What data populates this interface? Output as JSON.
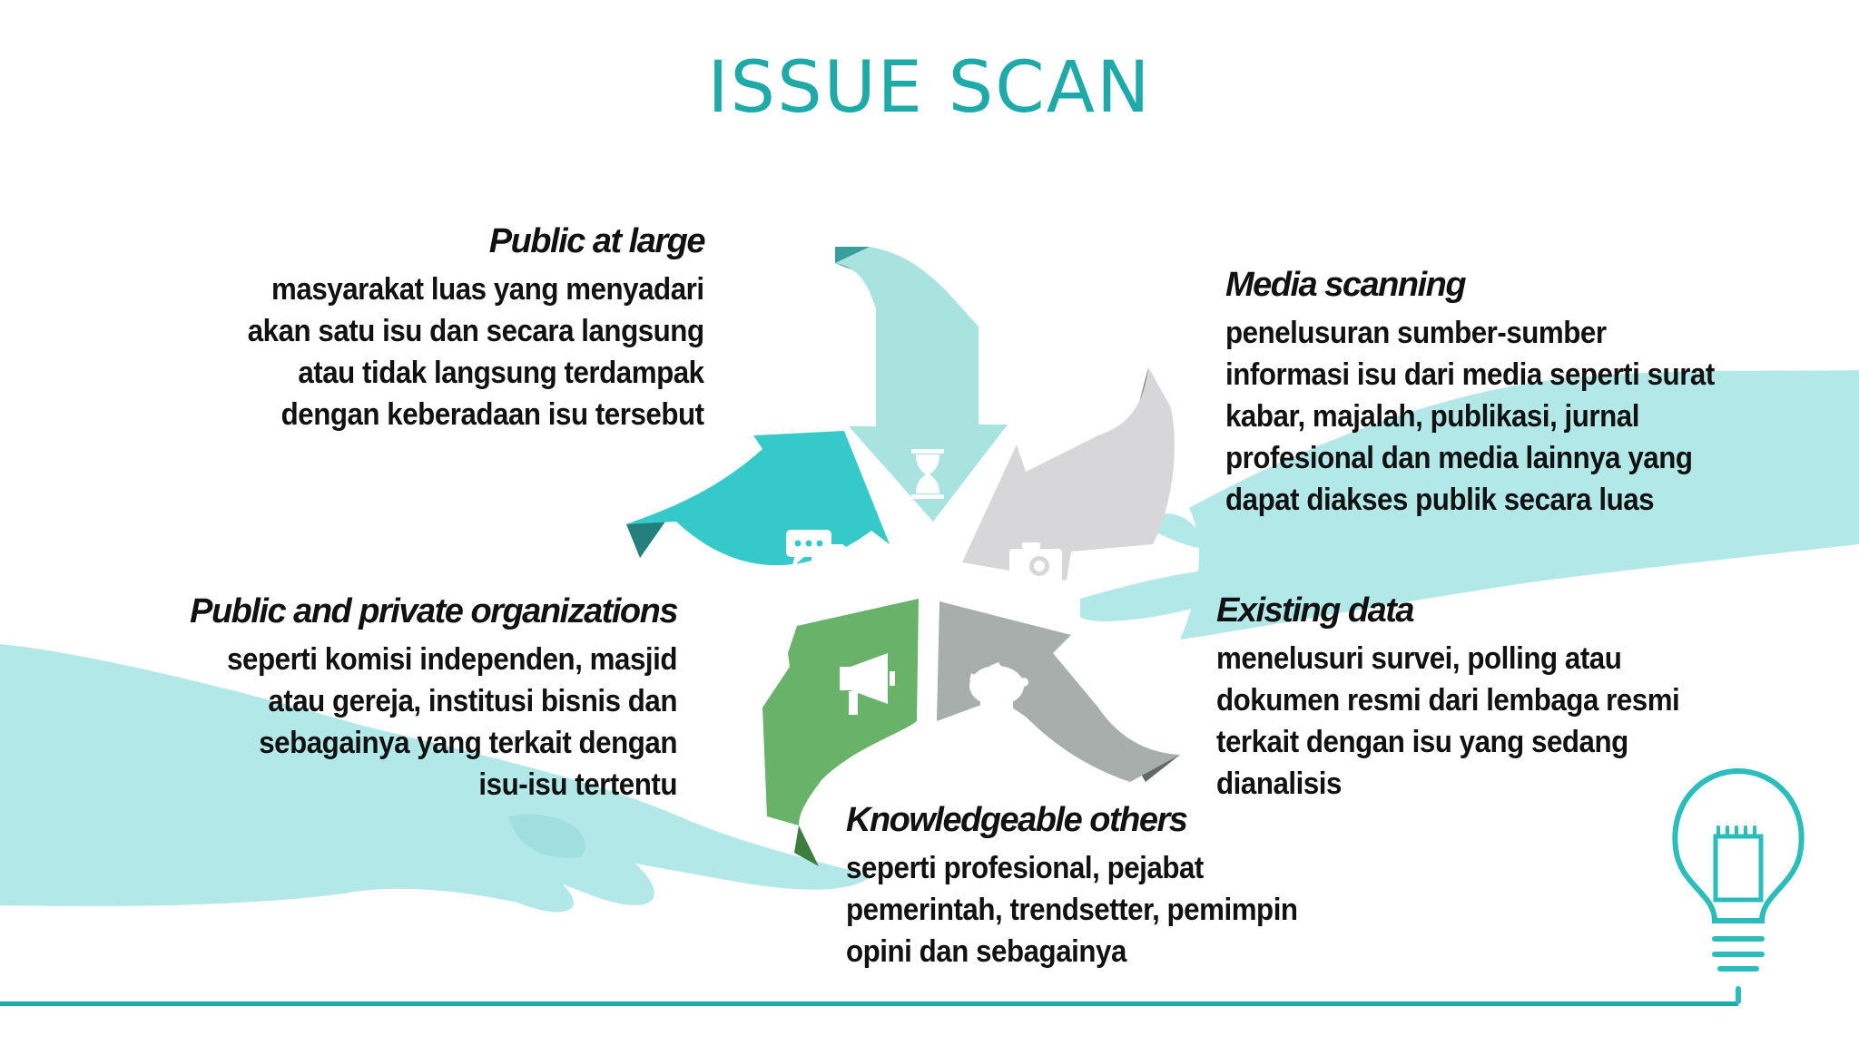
{
  "title": "ISSUE SCAN",
  "colors": {
    "teal_title": "#1eaaa8",
    "light_teal": "#b2e9e8",
    "hourglass_arrow": "#a9e3e0",
    "chat_arrow": "#35c9c9",
    "camera_arrow": "#d7d7d9",
    "piggy_arrow": "#a7aeab",
    "megaphone_arrow": "#68b26a",
    "text": "#111111"
  },
  "sources": [
    {
      "id": "public-at-large",
      "heading": "Public at large",
      "lines": [
        "masyarakat luas yang menyadari",
        "akan satu isu dan secara langsung",
        "atau tidak langsung terdampak",
        "dengan keberadaan isu tersebut"
      ],
      "icon": "hourglass-icon"
    },
    {
      "id": "media-scanning",
      "heading": "Media scanning",
      "lines": [
        "penelusuran sumber-sumber",
        "informasi isu dari media seperti surat",
        "kabar, majalah, publikasi, jurnal",
        "profesional dan media lainnya yang",
        "dapat diakses publik secara luas"
      ],
      "icon": "camera-icon"
    },
    {
      "id": "public-private-organizations",
      "heading": "Public and private organizations",
      "lines": [
        "seperti komisi independen, masjid",
        "atau gereja, institusi bisnis dan",
        "sebagainya yang terkait dengan",
        "isu-isu tertentu"
      ],
      "icon": "chat-bubbles-icon"
    },
    {
      "id": "existing-data",
      "heading": "Existing data",
      "lines": [
        "menelusuri survei, polling atau",
        "dokumen resmi dari lembaga resmi",
        "terkait dengan isu yang sedang",
        "dianalisis"
      ],
      "icon": "piggy-bank-icon"
    },
    {
      "id": "knowledgeable-others",
      "heading": "Knowledgeable others",
      "lines": [
        "seperti profesional, pejabat",
        "pemerintah, trendsetter, pemimpin",
        "opini dan sebagainya"
      ],
      "icon": "megaphone-icon"
    }
  ],
  "decorations": [
    "lightbulb-icon"
  ]
}
